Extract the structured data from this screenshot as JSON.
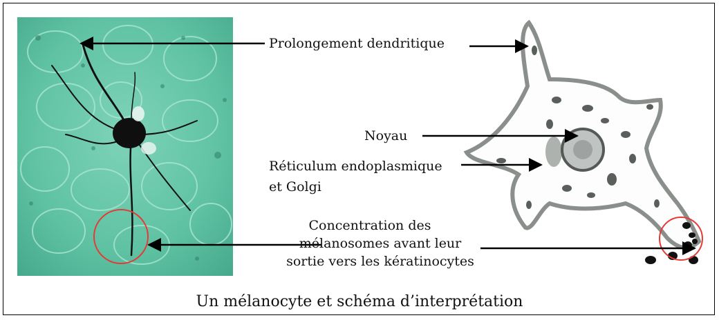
{
  "labels": {
    "dendrite": "Prolongement dendritique",
    "nucleus": "Noyau",
    "er_line1": "Réticulum endoplasmique",
    "er_line2": "et Golgi",
    "melanosome_line1": "Concentration des",
    "melanosome_line2": "mélanosomes avant leur",
    "melanosome_line3": "sortie vers les kératinocytes"
  },
  "caption": "Un mélanocyte et schéma d’interprétation",
  "colors": {
    "micrograph_bg": "#5fc2a3",
    "cell_outline": "#8a8f8c",
    "organelle": "#555a57",
    "circle": "#e53935",
    "arrow": "#000000"
  }
}
